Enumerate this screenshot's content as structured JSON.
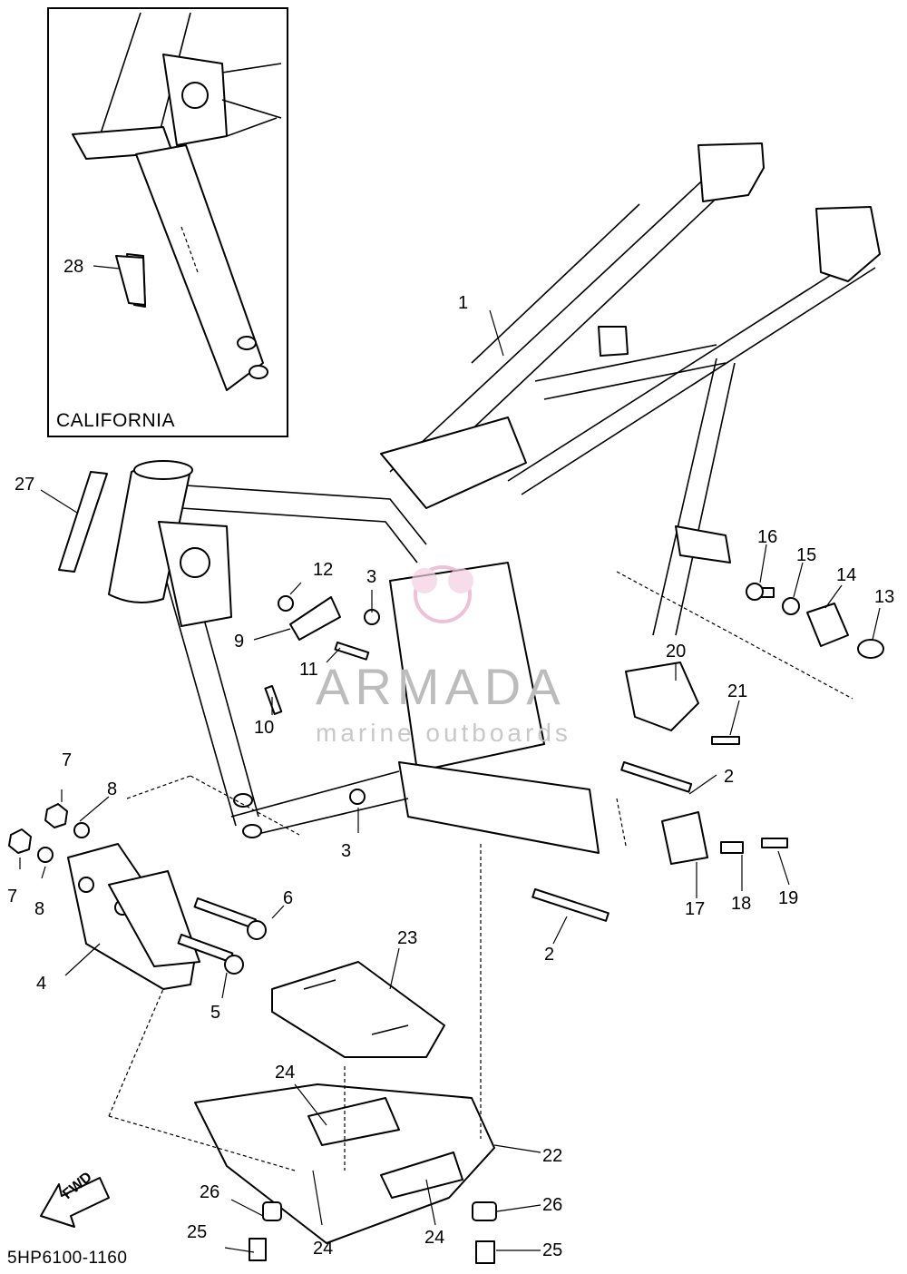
{
  "inset": {
    "label": "CALIFORNIA"
  },
  "watermark": {
    "name": "ARMADA",
    "tagline": "marine outboards",
    "logo_color": "#e6a8c8"
  },
  "drawing_code": "5HP6100-1160",
  "direction_label": "FWD",
  "callouts": [
    "1",
    "2",
    "2",
    "3",
    "3",
    "4",
    "5",
    "6",
    "7",
    "7",
    "8",
    "8",
    "9",
    "10",
    "11",
    "12",
    "13",
    "14",
    "15",
    "16",
    "17",
    "18",
    "19",
    "20",
    "21",
    "22",
    "23",
    "24",
    "24",
    "24",
    "25",
    "25",
    "26",
    "26",
    "27",
    "28"
  ]
}
